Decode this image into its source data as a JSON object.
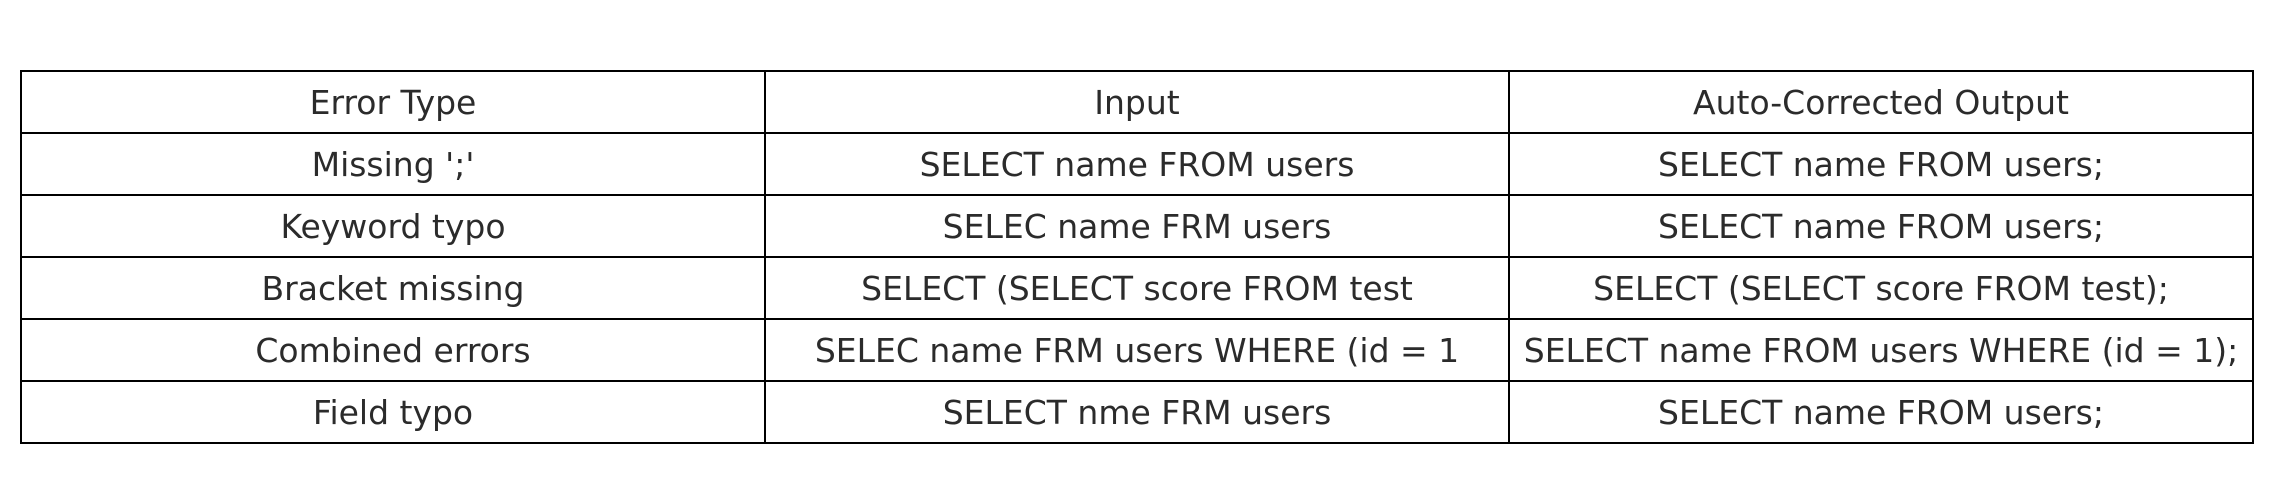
{
  "chart_data": {
    "type": "table",
    "columns": [
      "Error Type",
      "Input",
      "Auto-Corrected Output"
    ],
    "rows": [
      [
        "Missing ';'",
        "SELECT name FROM users",
        "SELECT name FROM users;"
      ],
      [
        "Keyword typo",
        "SELEC name FRM users",
        "SELECT name FROM users;"
      ],
      [
        "Bracket missing",
        "SELECT (SELECT score FROM test",
        "SELECT (SELECT score FROM test);"
      ],
      [
        "Combined errors",
        "SELEC name FRM users WHERE (id = 1",
        "SELECT name FROM users WHERE (id = 1);"
      ],
      [
        "Field typo",
        "SELECT nme FRM users",
        "SELECT name FROM users;"
      ]
    ]
  },
  "colors": {
    "border": "#000000",
    "text": "#2b2b2b",
    "background": "#ffffff"
  }
}
